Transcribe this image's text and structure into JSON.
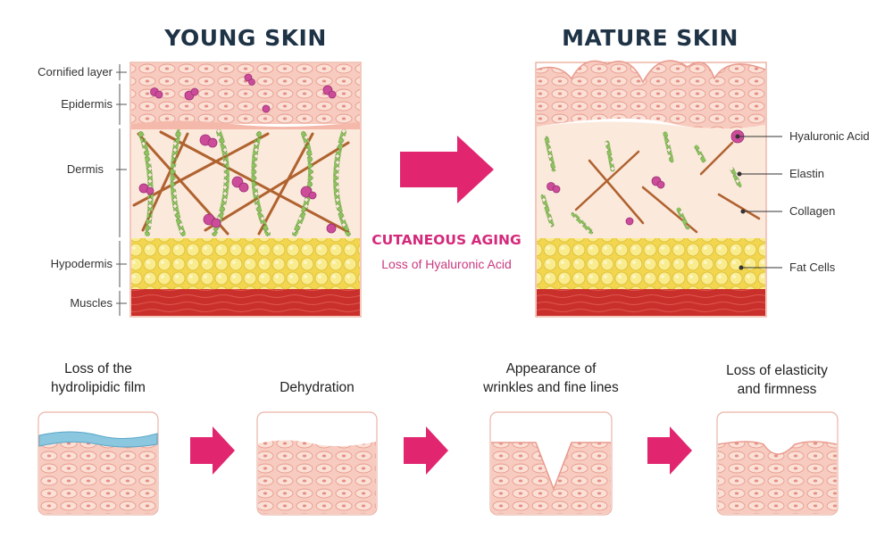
{
  "titles": {
    "left": "YOUNG SKIN",
    "right": "MATURE SKIN"
  },
  "layer_labels": [
    "Cornified layer",
    "Epidermis",
    "Dermis",
    "Hypodermis",
    "Muscles"
  ],
  "component_labels": [
    "Hyaluronic Acid",
    "Elastin",
    "Collagen",
    "Fat Cells"
  ],
  "center": {
    "title": "CUTANEOUS AGING",
    "subtitle": "Loss of Hyaluronic Acid"
  },
  "steps": [
    {
      "line1": "Loss of the",
      "line2": "hydrolipidic film"
    },
    {
      "line1": "Dehydration",
      "line2": ""
    },
    {
      "line1": "Appearance of",
      "line2": "wrinkles and fine lines"
    },
    {
      "line1": "Loss of elasticity",
      "line2": "and firmness"
    }
  ],
  "colors": {
    "accent": "#e1266f",
    "title": "#1f3346",
    "epidermis": "#f6c4b8",
    "dermis": "#fbe9dc",
    "fat": "#f6e36a",
    "muscle": "#c9302c",
    "elastin": "#8fc25f",
    "collagen": "#b0622f",
    "hyaluronic": "#cc4c9a",
    "film": "#8cc7e0"
  }
}
